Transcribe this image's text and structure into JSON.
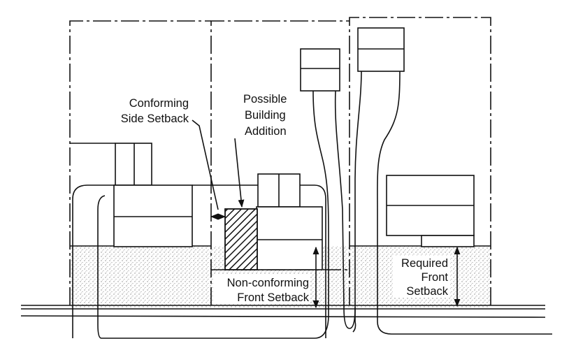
{
  "labels": {
    "side_setback": [
      "Conforming",
      "Side Setback"
    ],
    "addition": [
      "Possible",
      "Building",
      "Addition"
    ],
    "nonconforming": [
      "Non-conforming",
      "Front Setback"
    ],
    "required": [
      "Required",
      "Front",
      "Setback"
    ]
  },
  "colors": {
    "ink": "#111111",
    "setback_stipple": "#8a8a8a",
    "paper": "#ffffff"
  }
}
